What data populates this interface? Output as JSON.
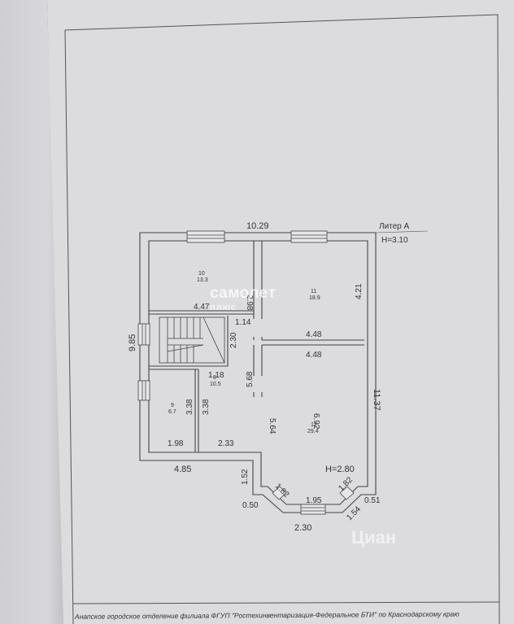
{
  "header": {
    "liter": "Литер А",
    "height_main": "H=3.10"
  },
  "dimensions": {
    "top_width": "10.29",
    "left_height": "9.85",
    "right_height": "11.37",
    "bottom_left": "4.85",
    "room10_side": "2.98",
    "room10_bottom": "4.47",
    "room11_side": "4.21",
    "room11_bottom": "4.48",
    "stair_1": "1.14",
    "stair_2": "2.30",
    "hall_top": "1.18",
    "hall_side": "5.68",
    "room9_side": "3.38",
    "room9_bottom": "1.98",
    "room8_side": "3.38",
    "room8_bottom": "2.33",
    "room12_top": "4.48",
    "room12_left": "5.64",
    "room12_mid": "6.92",
    "bay_left_vert": "1.52",
    "bay_left_off": "0.50",
    "bay_diag_left": "1.82",
    "bay_front": "1.95",
    "bay_diag_right": "1.82",
    "bay_right_off": "0.51",
    "bay_right_diag": "1.54",
    "bay_width": "2.30"
  },
  "rooms": {
    "r10_num": "10",
    "r10_area": "13.3",
    "r11_num": "11",
    "r11_area": "18.9",
    "r8_num": "8",
    "r8_area": "10.5",
    "r9_num": "9",
    "r9_area": "6.7",
    "r12_num": "12",
    "r12_area": "29.4",
    "r12_height": "H=2.80"
  },
  "watermark": {
    "line1": "самолет",
    "line2": "плюс",
    "line3": "Циан",
    "line4": ""
  },
  "footer": "Анапское городское отделение филиала ФГУП \"Ростехинвентаризация-Федеральное БТИ\" по Краснодарскому краю"
}
